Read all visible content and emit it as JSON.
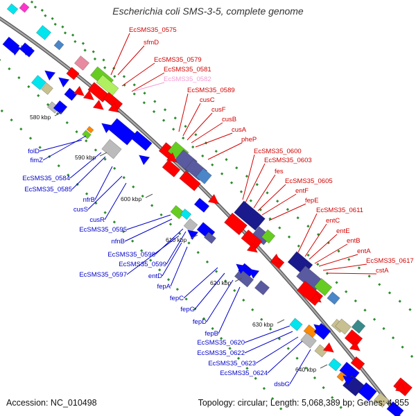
{
  "title": "Escherichia coli SMS-3-5, complete genome",
  "accession": "Accession: NC_010498",
  "topology": "Topology: circular; Length: 5,068,389 bp; Genes: 4,855",
  "colors": {
    "forward_label": "#d20000",
    "reverse_label": "#0000c8",
    "faded_label": "#f39ad2",
    "backbone": "#888888",
    "dots": "#2e8b2e",
    "red": "#ff0000",
    "blue": "#0000ff",
    "navy": "#1a1a8c",
    "slate": "#5a5aa0",
    "cyan": "#00e5ee",
    "green": "#66cc22",
    "lime": "#b0f060",
    "grey": "#bbbbbb",
    "khaki": "#c8c090",
    "steel": "#4a86c8",
    "pink": "#e88aa0",
    "magenta": "#ff33cc",
    "orange": "#ff8800",
    "teal": "#3a8a8a"
  },
  "kbp_ticks": [
    "580 kbp",
    "590 kbp",
    "600 kbp",
    "610 kbp",
    "620 kbp",
    "630 kbp",
    "640 kbp"
  ],
  "forward_genes": [
    "EcSMS35_0575",
    "sfmD",
    "EcSMS35_0579",
    "EcSMS35_0581",
    "EcSMS35_0582",
    "EcSMS35_0589",
    "cusC",
    "cusF",
    "cusB",
    "cusA",
    "pheP",
    "EcSMS35_0600",
    "EcSMS35_0603",
    "fes",
    "EcSMS35_0605",
    "entF",
    "fepE",
    "EcSMS35_0611",
    "entC",
    "entE",
    "entB",
    "entA",
    "EcSMS35_0617",
    "cstA"
  ],
  "reverse_genes": [
    "folD",
    "fimZ",
    "EcSMS35_0584",
    "EcSMS35_0585",
    "nfrB",
    "cusS",
    "cusR",
    "EcSMS35_0595",
    "nfnB",
    "EcSMS35_0598",
    "EcSMS35_0599",
    "EcSMS35_0597",
    "entD",
    "fepA",
    "fepC",
    "fepG",
    "fepD",
    "fepB",
    "EcSMS35_0620",
    "EcSMS35_0622",
    "EcSMS35_0623",
    "EcSMS35_0624",
    "dsbG"
  ]
}
